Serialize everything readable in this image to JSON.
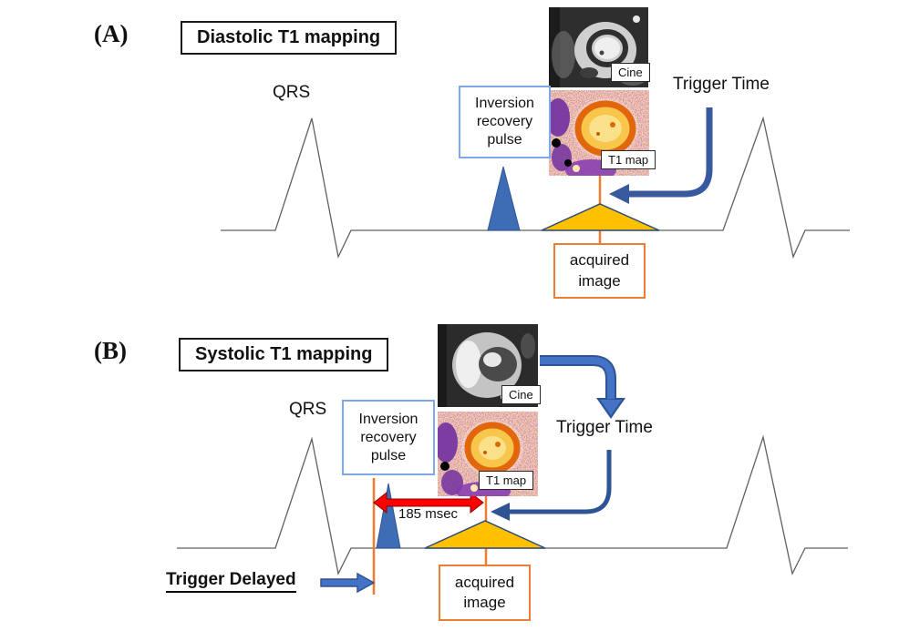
{
  "panels": [
    {
      "id": "A",
      "label": "(A)",
      "title": "Diastolic T1 mapping",
      "qrs": "QRS",
      "inversion_pulse": "Inversion recovery pulse",
      "trigger_time": "Trigger Time",
      "cine": "Cine",
      "t1_map": "T1 map",
      "acquired_image": "acquired image"
    },
    {
      "id": "B",
      "label": "(B)",
      "title": "Systolic T1 mapping",
      "qrs": "QRS",
      "inversion_pulse": "Inversion recovery pulse",
      "trigger_time": "Trigger Time",
      "cine": "Cine",
      "t1_map": "T1 map",
      "acquired_image": "acquired image",
      "trigger_delay_duration": "185 msec",
      "trigger_delayed": "Trigger Delayed"
    }
  ],
  "colors": {
    "inversion_pulse_blue": "#3e6cb5",
    "acquisition_window_yellow": "#ffc000",
    "trigger_line_orange": "#ed7d31",
    "trigger_arrow_blue": "#39599e",
    "arrow_fill_blue": "#4472c4",
    "arrow_border_blue": "#2f5496",
    "delay_arrow_red": "#fe0000",
    "inversion_box_border": "#7fa8e8",
    "acquired_box_border": "#ed7d31",
    "ecg_trace_gray": "#606060"
  }
}
